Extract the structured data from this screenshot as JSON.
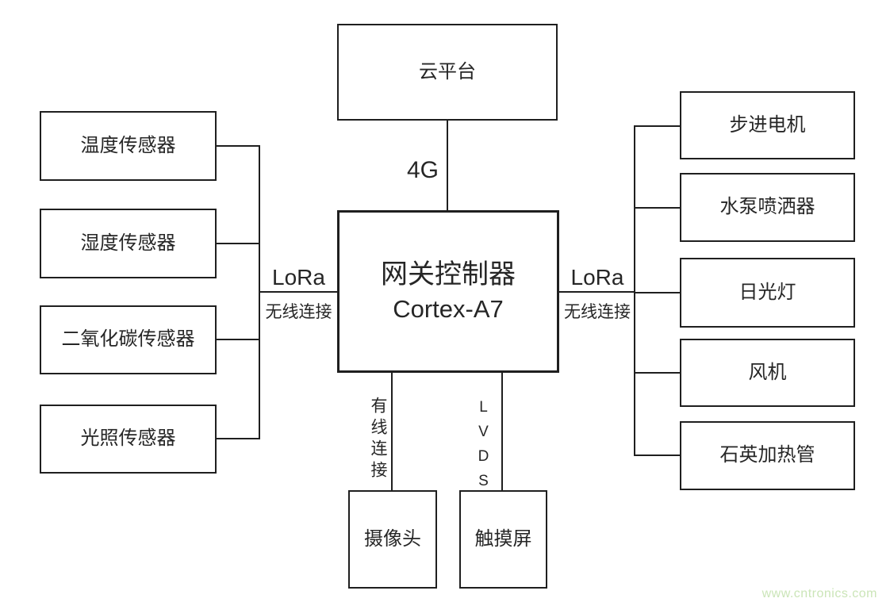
{
  "colors": {
    "line": "#1f1f1f",
    "text": "#262626",
    "watermark": "#cbe5b8",
    "background": "#ffffff"
  },
  "diagram": {
    "cloud": {
      "label": "云平台"
    },
    "gateway": {
      "name": "网关控制器",
      "chip": "Cortex-A7"
    },
    "sensors": [
      {
        "label": "温度传感器"
      },
      {
        "label": "湿度传感器"
      },
      {
        "label": "二氧化碳传感器"
      },
      {
        "label": "光照传感器"
      }
    ],
    "actuators": [
      {
        "label": "步进电机"
      },
      {
        "label": "水泵喷洒器"
      },
      {
        "label": "日光灯"
      },
      {
        "label": "风机"
      },
      {
        "label": "石英加热管"
      }
    ],
    "peripherals": {
      "camera": {
        "label": "摄像头"
      },
      "touchscreen": {
        "label": "触摸屏"
      }
    },
    "links": {
      "cloud_label": "4G",
      "left_protocol": "LoRa",
      "left_type": "无线连接",
      "right_protocol": "LoRa",
      "right_type": "无线连接",
      "camera_label": "有线连接",
      "touchscreen_label": "LVDS"
    },
    "watermark": "www.cntronics.com"
  }
}
